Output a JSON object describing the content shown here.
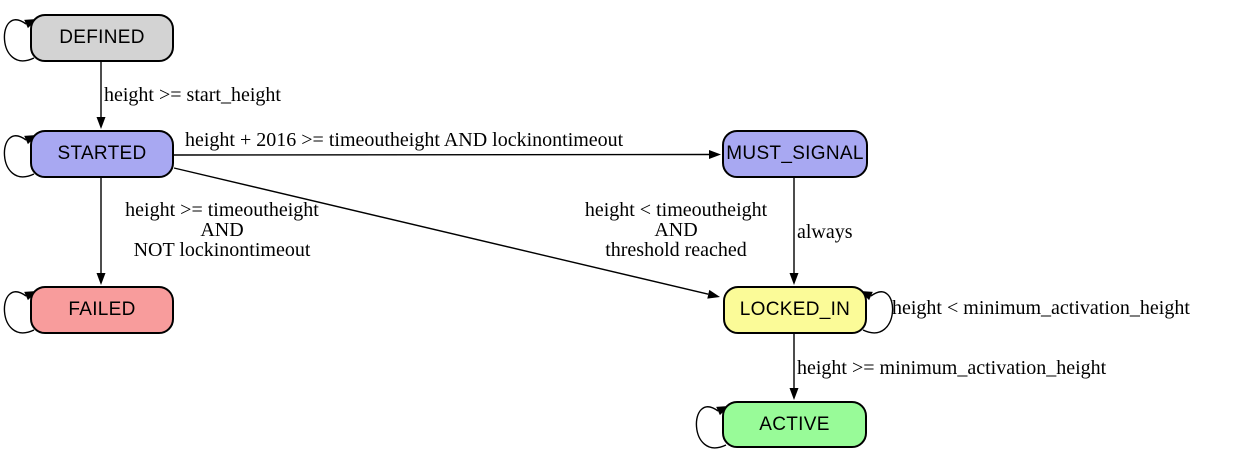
{
  "diagram": {
    "type": "state-machine",
    "background_color": "#ffffff",
    "edge_color": "#000000",
    "nodes": {
      "defined": {
        "label": "DEFINED",
        "fill": "#d3d3d3"
      },
      "started": {
        "label": "STARTED",
        "fill": "#a8a8f2"
      },
      "must_signal": {
        "label": "MUST_SIGNAL",
        "fill": "#a8a8f2"
      },
      "failed": {
        "label": "FAILED",
        "fill": "#f89c9c"
      },
      "locked_in": {
        "label": "LOCKED_IN",
        "fill": "#fbfb98"
      },
      "active": {
        "label": "ACTIVE",
        "fill": "#98fb98"
      }
    },
    "edges": {
      "defined_self": {
        "from": "DEFINED",
        "to": "DEFINED",
        "label": ""
      },
      "started_self": {
        "from": "STARTED",
        "to": "STARTED",
        "label": ""
      },
      "failed_self": {
        "from": "FAILED",
        "to": "FAILED",
        "label": ""
      },
      "active_self": {
        "from": "ACTIVE",
        "to": "ACTIVE",
        "label": ""
      },
      "defined_to_started": {
        "from": "DEFINED",
        "to": "STARTED",
        "label": "height >= start_height"
      },
      "started_to_must_signal": {
        "from": "STARTED",
        "to": "MUST_SIGNAL",
        "label": "height + 2016 >= timeoutheight AND lockinontimeout"
      },
      "started_to_failed": {
        "from": "STARTED",
        "to": "FAILED",
        "label": "height >= timeoutheight\nAND\nNOT lockinontimeout"
      },
      "started_to_locked_in": {
        "from": "STARTED",
        "to": "LOCKED_IN",
        "label": "height < timeoutheight\nAND\nthreshold reached"
      },
      "must_signal_to_locked_in": {
        "from": "MUST_SIGNAL",
        "to": "LOCKED_IN",
        "label": "always"
      },
      "locked_in_self": {
        "from": "LOCKED_IN",
        "to": "LOCKED_IN",
        "label": "height < minimum_activation_height"
      },
      "locked_in_to_active": {
        "from": "LOCKED_IN",
        "to": "ACTIVE",
        "label": "height >= minimum_activation_height"
      }
    }
  }
}
